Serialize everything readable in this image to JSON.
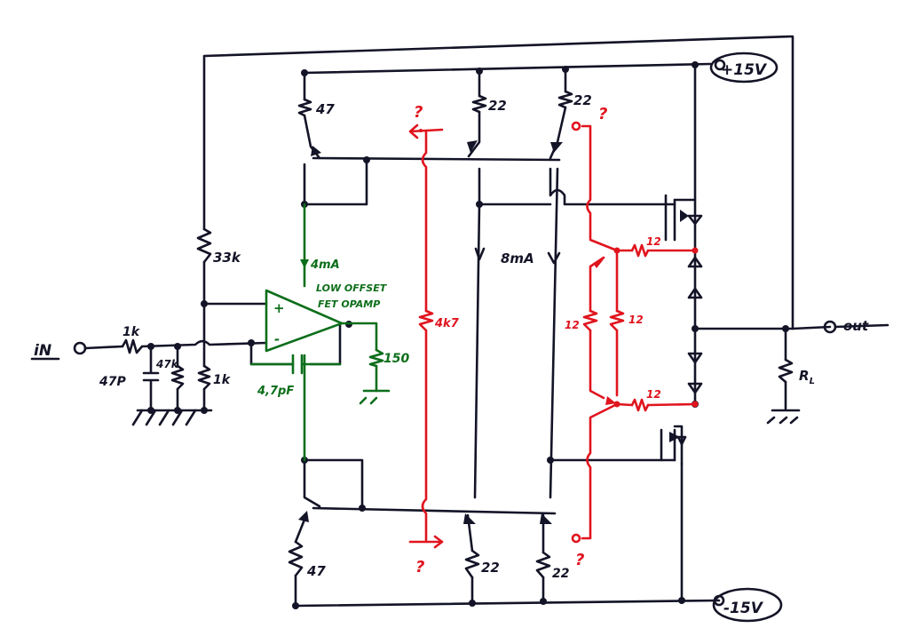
{
  "colors": {
    "ink": "#141428",
    "red": "#e0141e",
    "green": "#0c6e1a"
  },
  "rails": {
    "positive": "+15V",
    "negative": "-15V"
  },
  "terminals": {
    "input": "iN",
    "output": "out"
  },
  "input_network": {
    "series_resistor": "1k",
    "shunt_capacitor": "47P",
    "shunt_resistor": "47k",
    "bias_resistor": "1k",
    "feedback_resistor": "33k"
  },
  "opamp": {
    "label_line1": "LOW OFFSET",
    "label_line2": "FET OPAMP",
    "plus": "+",
    "minus": "-",
    "comp_capacitor": "4,7pF",
    "bias_current": "4mA",
    "output_resistor": "150"
  },
  "current_mirrors": {
    "top_emitter_left": "47",
    "top_emitter_mid": "22",
    "top_emitter_right": "22",
    "bottom_emitter_left": "47",
    "bottom_emitter_mid": "22",
    "bottom_emitter_right": "22",
    "output_current": "8mA"
  },
  "modifications": {
    "question": "?",
    "bias_resistor": "4k7",
    "base_resistor_upper": "12",
    "base_resistor_lower": "12",
    "divider_left": "12",
    "divider_right": "12"
  },
  "load": {
    "name": "R",
    "subscript": "L"
  }
}
